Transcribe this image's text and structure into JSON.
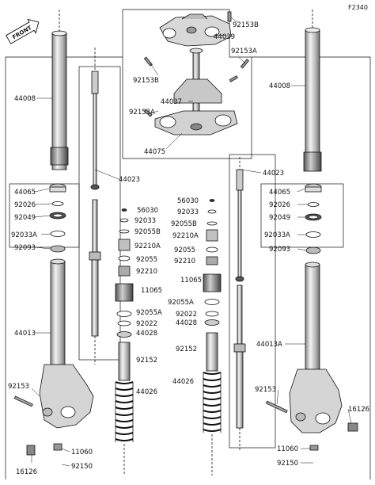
{
  "figure_number": "F2340",
  "direction_label": "FRONT",
  "parts": [
    {
      "id": "top_clamp_bolt",
      "number": "92153B"
    },
    {
      "id": "top_bracket",
      "number": "44039"
    },
    {
      "id": "top_bolt_a",
      "number": "92153A"
    },
    {
      "id": "top_bolt_b",
      "number": "92153B"
    },
    {
      "id": "steering_stem",
      "number": "44037"
    },
    {
      "id": "stem_bolt",
      "number": "92153A"
    },
    {
      "id": "stem_assembly",
      "number": "44075"
    },
    {
      "id": "left_outer_tube",
      "number": "44008"
    },
    {
      "id": "right_outer_tube",
      "number": "44008"
    },
    {
      "id": "left_cylinder",
      "number": "44023"
    },
    {
      "id": "right_cylinder",
      "number": "44023"
    },
    {
      "id": "left_dust_seal",
      "number": "44065"
    },
    {
      "id": "left_ring",
      "number": "92026"
    },
    {
      "id": "left_oil_seal",
      "number": "92049"
    },
    {
      "id": "left_washer",
      "number": "92033A"
    },
    {
      "id": "left_bushing",
      "number": "92093"
    },
    {
      "id": "right_dust_seal",
      "number": "44065"
    },
    {
      "id": "right_ring",
      "number": "92026"
    },
    {
      "id": "right_oil_seal",
      "number": "92049"
    },
    {
      "id": "right_washer",
      "number": "92033A"
    },
    {
      "id": "right_bushing",
      "number": "92093"
    },
    {
      "id": "left_inner_tube",
      "number": "44013"
    },
    {
      "id": "right_inner_tube",
      "number": "44013A"
    },
    {
      "id": "c_oring_a",
      "number": "56030"
    },
    {
      "id": "c_ring_b",
      "number": "92033"
    },
    {
      "id": "c_oring_c",
      "number": "92055B"
    },
    {
      "id": "c_collar",
      "number": "92210A"
    },
    {
      "id": "c_oring_d",
      "number": "92055"
    },
    {
      "id": "c_nut",
      "number": "92210"
    },
    {
      "id": "c_cap",
      "number": "11065"
    },
    {
      "id": "c_oring_e",
      "number": "92055A"
    },
    {
      "id": "c_ring_f",
      "number": "92022"
    },
    {
      "id": "c_plate",
      "number": "44028"
    },
    {
      "id": "c_spacer",
      "number": "92152"
    },
    {
      "id": "c_spring",
      "number": "44026"
    },
    {
      "id": "r_oring_a",
      "number": "56030"
    },
    {
      "id": "r_ring_b",
      "number": "92033"
    },
    {
      "id": "r_oring_c",
      "number": "92055B"
    },
    {
      "id": "r_collar",
      "number": "92210A"
    },
    {
      "id": "r_oring_d",
      "number": "92055"
    },
    {
      "id": "r_nut",
      "number": "92210"
    },
    {
      "id": "r_cap",
      "number": "11065"
    },
    {
      "id": "r_oring_e",
      "number": "92055A"
    },
    {
      "id": "r_ring_f",
      "number": "92022"
    },
    {
      "id": "r_plate",
      "number": "44028"
    },
    {
      "id": "r_spacer",
      "number": "92152"
    },
    {
      "id": "r_spring",
      "number": "44026"
    },
    {
      "id": "left_axle_bolt",
      "number": "92153"
    },
    {
      "id": "left_gasket",
      "number": "11060"
    },
    {
      "id": "left_drain_bolt",
      "number": "92150"
    },
    {
      "id": "left_cap_bolt",
      "number": "16126"
    },
    {
      "id": "right_axle_bolt",
      "number": "92153"
    },
    {
      "id": "right_cap_bolt",
      "number": "16126"
    },
    {
      "id": "right_gasket",
      "number": "11060"
    },
    {
      "id": "right_drain_bolt",
      "number": "92150"
    }
  ]
}
